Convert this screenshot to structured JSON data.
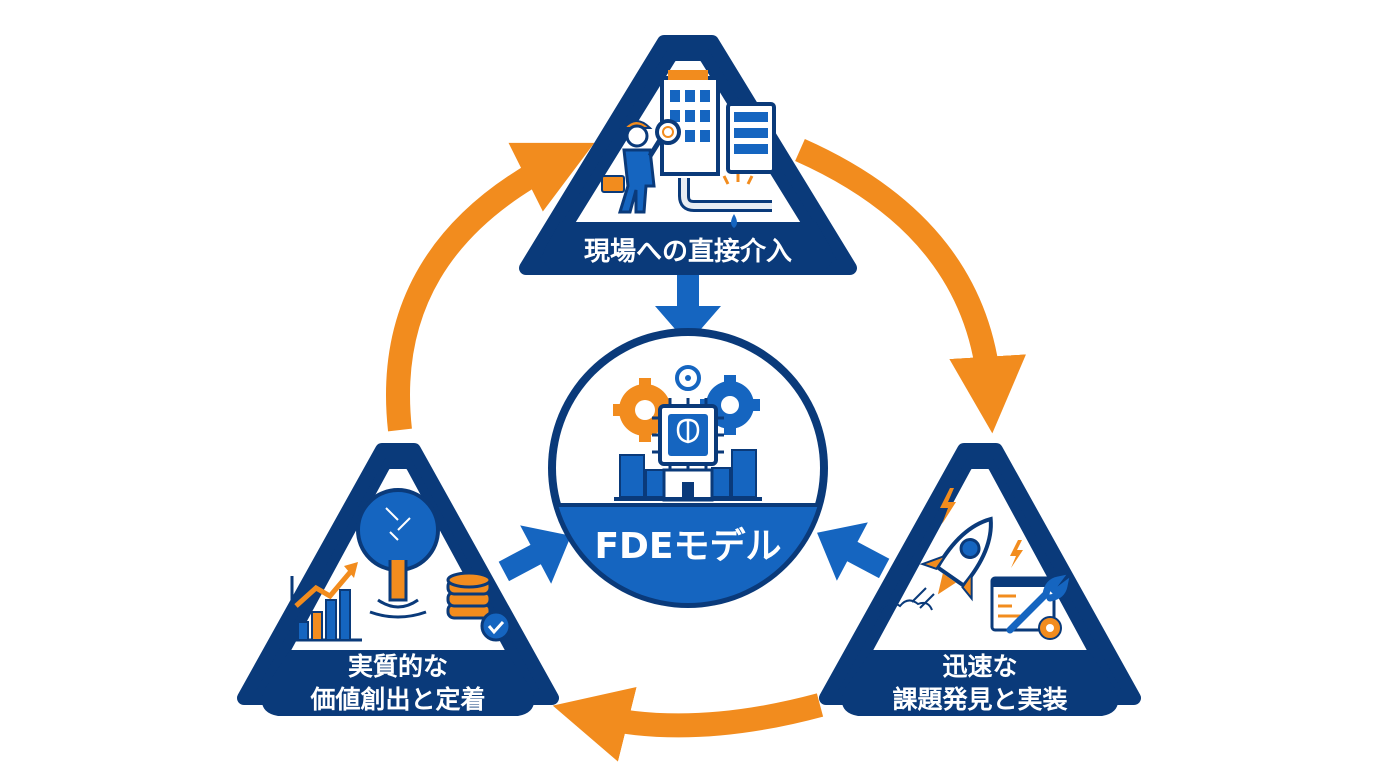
{
  "colors": {
    "navy": "#0a3a7a",
    "blue": "#1565c0",
    "orange": "#f28c1e",
    "white": "#ffffff",
    "light_gray": "#e8edf3"
  },
  "center": {
    "label": "FDEモデル",
    "icon": "ai-chip-gears-city-icon"
  },
  "nodes": {
    "top": {
      "label": "現場への直接介入",
      "icon": "field-engineer-inspection-icon"
    },
    "right": {
      "line1": "迅速な",
      "line2": "課題発見と実装",
      "icon": "rocket-wrench-code-icon"
    },
    "left": {
      "line1": "実質的な",
      "line2": "価値創出と定着",
      "icon": "growth-tree-coins-icon"
    }
  }
}
